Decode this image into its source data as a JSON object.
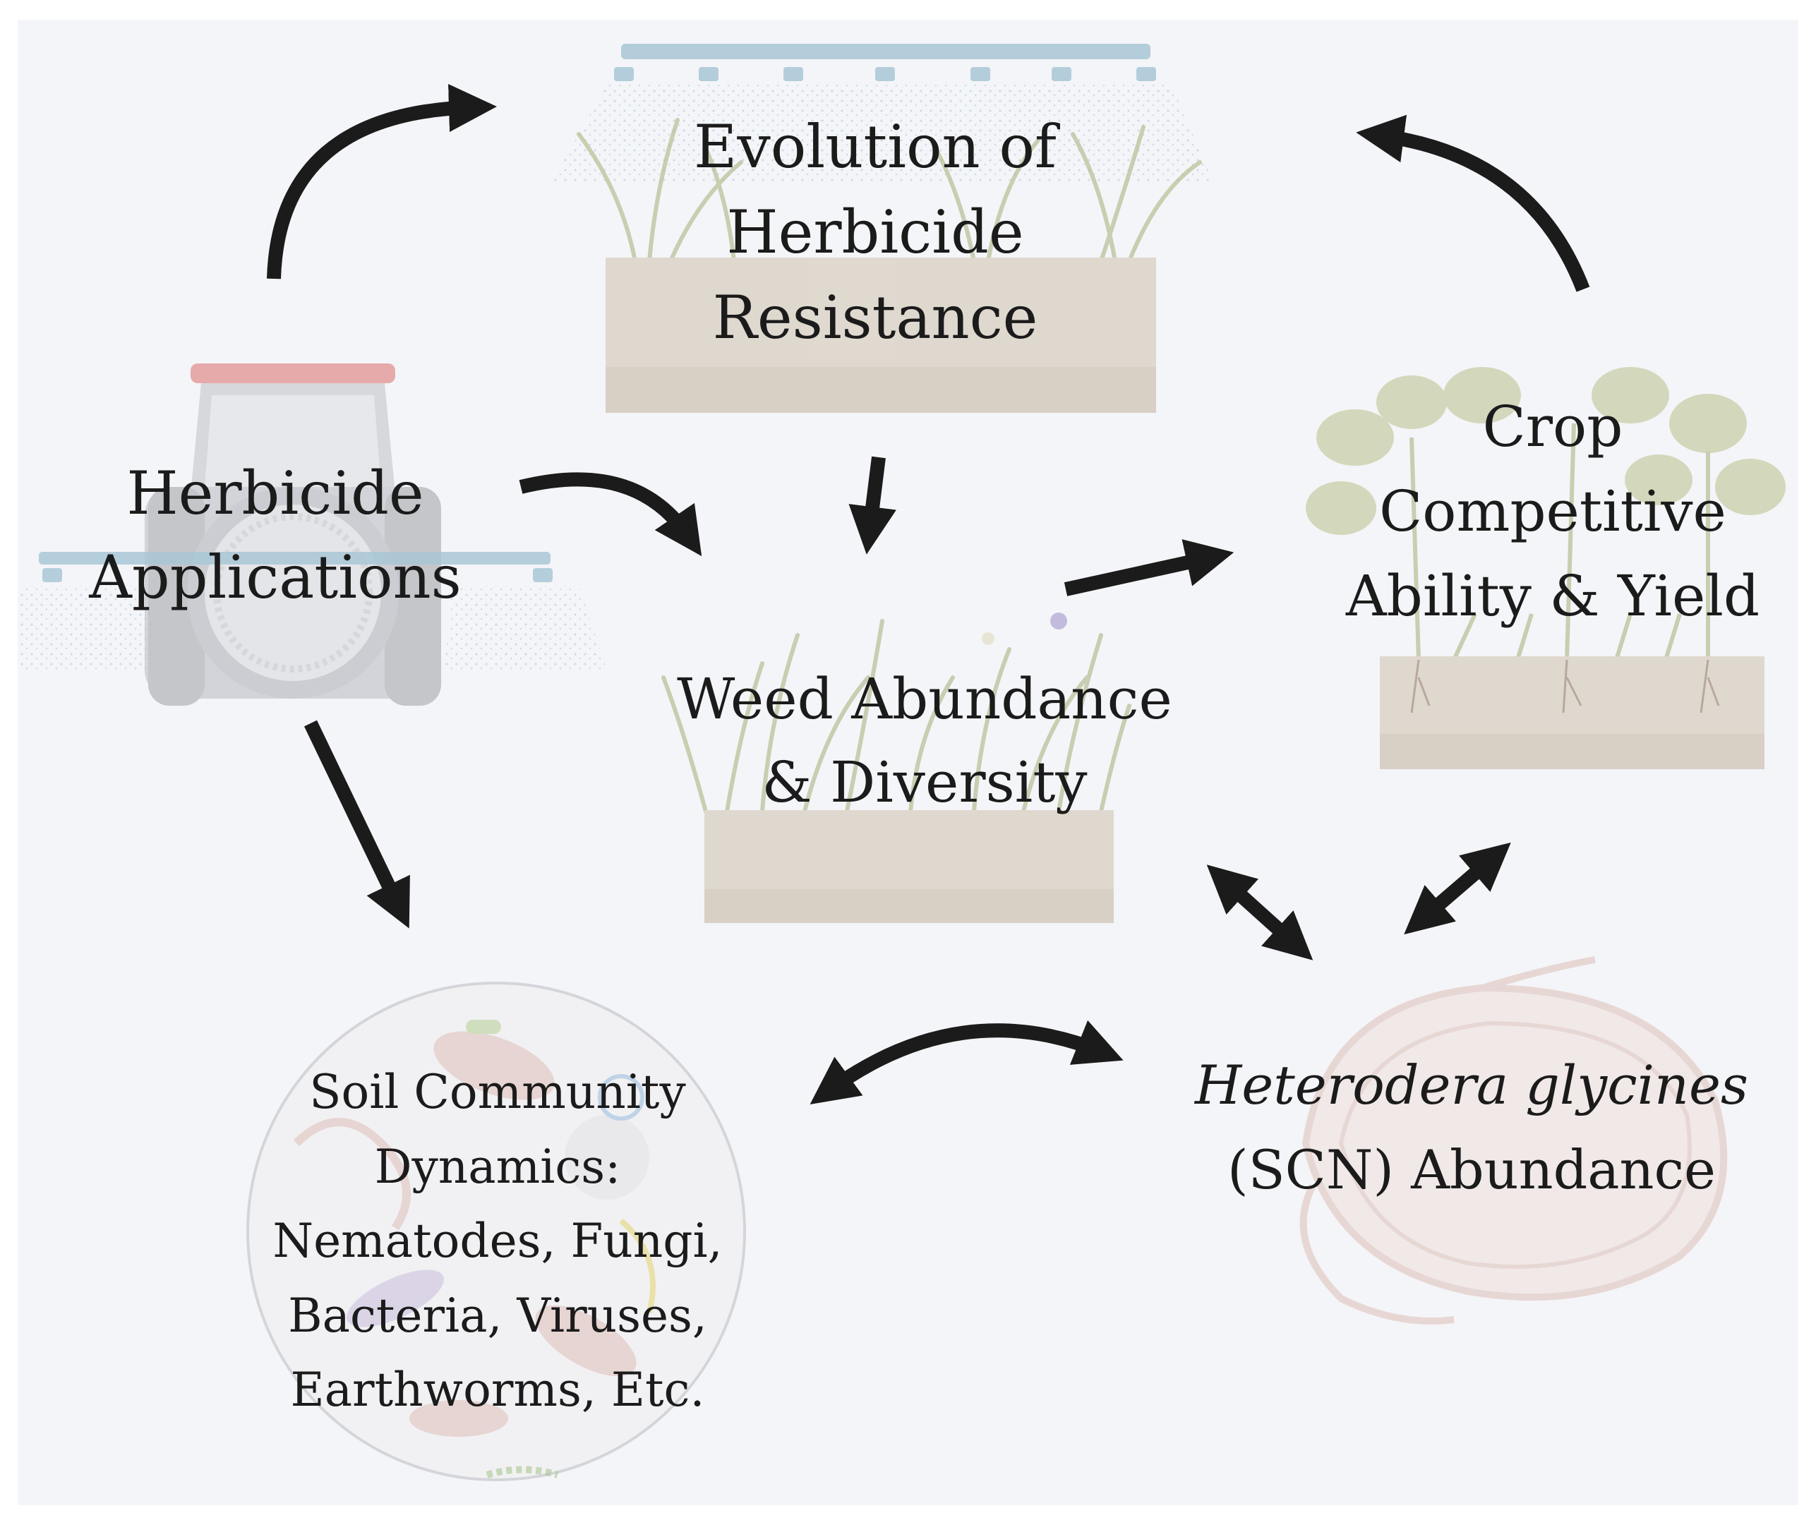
{
  "nodes": {
    "herbicide_applications": {
      "line1": "Herbicide",
      "line2": "Applications"
    },
    "evolution": {
      "line1": "Evolution of",
      "line2": "Herbicide",
      "line3": "Resistance"
    },
    "weed": {
      "line1": "Weed Abundance",
      "line2": "& Diversity"
    },
    "crop": {
      "line1": "Crop",
      "line2": "Competitive",
      "line3": "Ability & Yield"
    },
    "soil": {
      "line1": "Soil Community",
      "line2": "Dynamics:",
      "line3": "Nematodes, Fungi,",
      "line4": "Bacteria, Viruses,",
      "line5": "Earthworms, Etc."
    },
    "scn": {
      "line1": "Heterodera glycines",
      "line2": "(SCN) Abundance"
    }
  },
  "colors": {
    "arrow": "#1b1b1b",
    "panel": "#f4f5f8",
    "soil": "#d8cfc2",
    "plant": "#b9c29a",
    "tractor": "#cfd1d6",
    "tractor_roof": "#e6a2a2",
    "boom": "#a9c7d6",
    "nematode": "#e0c4bd"
  },
  "icons": [
    "tractor-icon",
    "sprayer-boom-icon",
    "weed-bed-icon",
    "crop-plants-icon",
    "soil-microbes-icon",
    "nematode-icon"
  ]
}
